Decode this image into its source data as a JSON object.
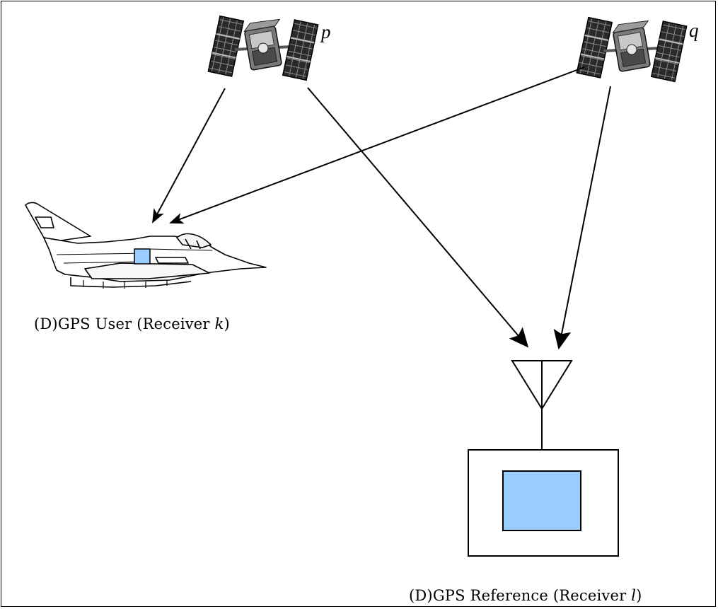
{
  "satellites": [
    {
      "id": "p",
      "label": "p"
    },
    {
      "id": "q",
      "label": "q"
    }
  ],
  "user": {
    "caption_prefix": "(D)GPS User (Receiver ",
    "receiver_symbol": "k",
    "caption_suffix": ")"
  },
  "reference": {
    "caption_prefix": "(D)GPS Reference (Receiver ",
    "receiver_symbol": "l",
    "caption_suffix": ")"
  },
  "colors": {
    "receiver_fill": "#99ccff",
    "line": "#000000",
    "panel_dark": "#2a2a2a"
  },
  "icons": [
    "satellite-icon",
    "jet-aircraft-icon",
    "antenna-icon",
    "receiver-box-icon"
  ]
}
